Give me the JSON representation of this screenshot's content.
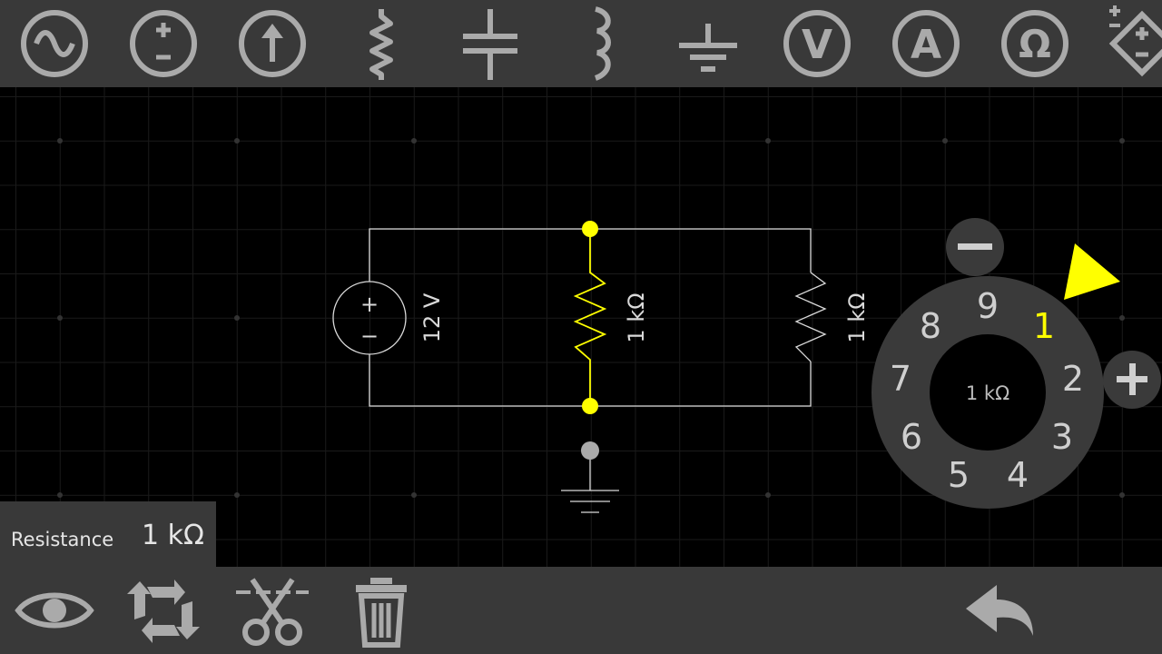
{
  "toolbar_top": {
    "items": [
      {
        "name": "ac-source-icon"
      },
      {
        "name": "dc-voltage-source-icon"
      },
      {
        "name": "current-source-icon"
      },
      {
        "name": "resistor-icon"
      },
      {
        "name": "capacitor-icon"
      },
      {
        "name": "inductor-icon"
      },
      {
        "name": "ground-icon"
      },
      {
        "name": "voltmeter-icon",
        "glyph": "V"
      },
      {
        "name": "ammeter-icon",
        "glyph": "A"
      },
      {
        "name": "ohmmeter-icon",
        "glyph": "Ω"
      },
      {
        "name": "dependent-source-icon"
      }
    ]
  },
  "circuit": {
    "source_label": "12 V",
    "source_plus": "+",
    "source_minus": "−",
    "resistor1_label": "1 kΩ",
    "resistor2_label": "1 kΩ",
    "selected_color": "#ffff00",
    "wire_color": "#d9d9d9"
  },
  "dial": {
    "center_label": "1 kΩ",
    "digits": [
      "1",
      "2",
      "3",
      "4",
      "5",
      "6",
      "7",
      "8",
      "9"
    ],
    "selected_digit": "1",
    "minus_label": "−",
    "plus_label": "+"
  },
  "properties": {
    "name": "Resistance",
    "value": "1 kΩ"
  },
  "toolbar_bottom": {
    "items": [
      {
        "name": "view-eye-icon"
      },
      {
        "name": "rotate-arrows-icon"
      },
      {
        "name": "cut-scissors-icon"
      },
      {
        "name": "trash-icon"
      },
      {
        "name": "undo-icon"
      }
    ]
  }
}
